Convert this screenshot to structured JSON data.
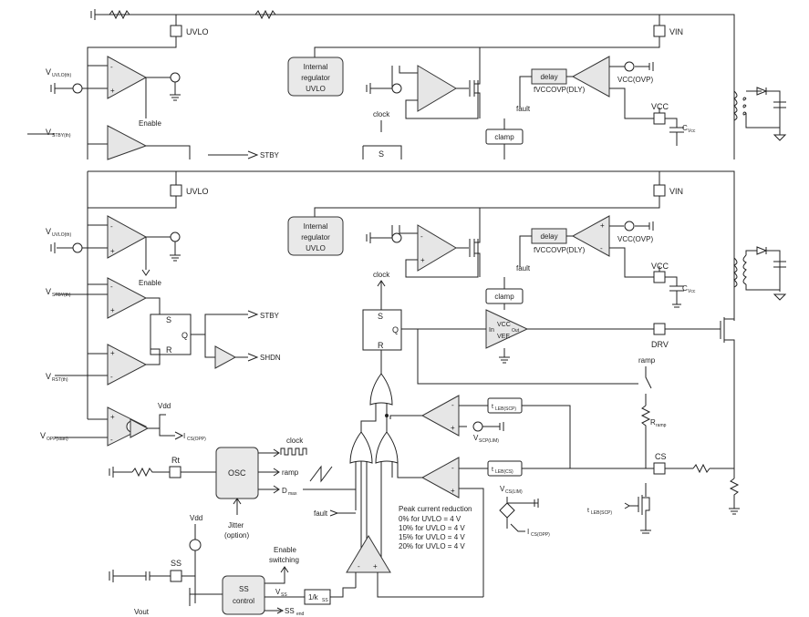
{
  "diagram": {
    "pins": {
      "uvlo_top": "UVLO",
      "vin_top": "VIN",
      "uvlo": "UVLO",
      "vin": "VIN",
      "vcc_top": "VCC",
      "vcc": "VCC",
      "drv": "DRV",
      "cs": "CS",
      "rt": "Rt",
      "ss": "SS"
    },
    "blocks": {
      "int_reg_line1": "Internal",
      "int_reg_line2": "regulator",
      "int_reg_line3": "UVLO",
      "delay": "delay",
      "clamp": "clamp",
      "osc": "OSC",
      "ss_control_line1": "SS",
      "ss_control_line2": "control",
      "kss": "1/k",
      "kss_sub": "SS",
      "sr_s": "S",
      "sr_r": "R",
      "sr_q": "Q",
      "drv_in": "In",
      "drv_vcc": "VCC",
      "drv_vee": "VEE",
      "drv_out": "Out",
      "tleb_scp_main": "t",
      "tleb_scp_sub": "LEB(SCP)",
      "tleb_cs_main": "t",
      "tleb_cs_sub": "LEB(CS)"
    },
    "labels": {
      "vuvlo_main": "V",
      "vuvlo_sub": "UVLO(th)",
      "vstby_main": "V",
      "vstby_sub": "STBY(th)",
      "vrst_main": "V",
      "vrst_sub": "RST(th)",
      "vopp_main": "V",
      "vopp_sub": "OPP(start)",
      "enable": "Enable",
      "stby": "STBY",
      "shdn": "SHDN",
      "clock": "clock",
      "fault": "fault",
      "fvccovp": "fVCCOVP(DLY)",
      "vcc_ovp": "VCC(OVP)",
      "cvcc_main": "C",
      "cvcc_sub": "Vcc",
      "vdd": "Vdd",
      "ics_opp_main": "I",
      "ics_opp_sub": "CS(OPP)",
      "ramp": "ramp",
      "dmax_main": "D",
      "dmax_sub": "max",
      "jitter_line1": "Jitter",
      "jitter_line2": "(option)",
      "enable_switching_line1": "Enable",
      "enable_switching_line2": "switching",
      "vss_main": "V",
      "vss_sub": "SS",
      "ss_end_main": "SS",
      "ss_end_sub": "end",
      "vout": "Vout",
      "vscp_main": "V",
      "vscp_sub": "SCP(LIM)",
      "vcs_lim_main": "V",
      "vcs_lim_sub": "CS(LIM)",
      "rramp_main": "R",
      "rramp_sub": "ramp",
      "tleb_scp_ext_main": "t",
      "tleb_scp_ext_sub": "LEB(SCP)",
      "minus": "-",
      "plus": "+"
    },
    "peak_reduction": {
      "title": "Peak current reduction",
      "rows": [
        "0% for UVLO = 4 V",
        "10% for UVLO = 4 V",
        "15% for UVLO = 4 V",
        "20% for UVLO = 4 V"
      ]
    }
  }
}
